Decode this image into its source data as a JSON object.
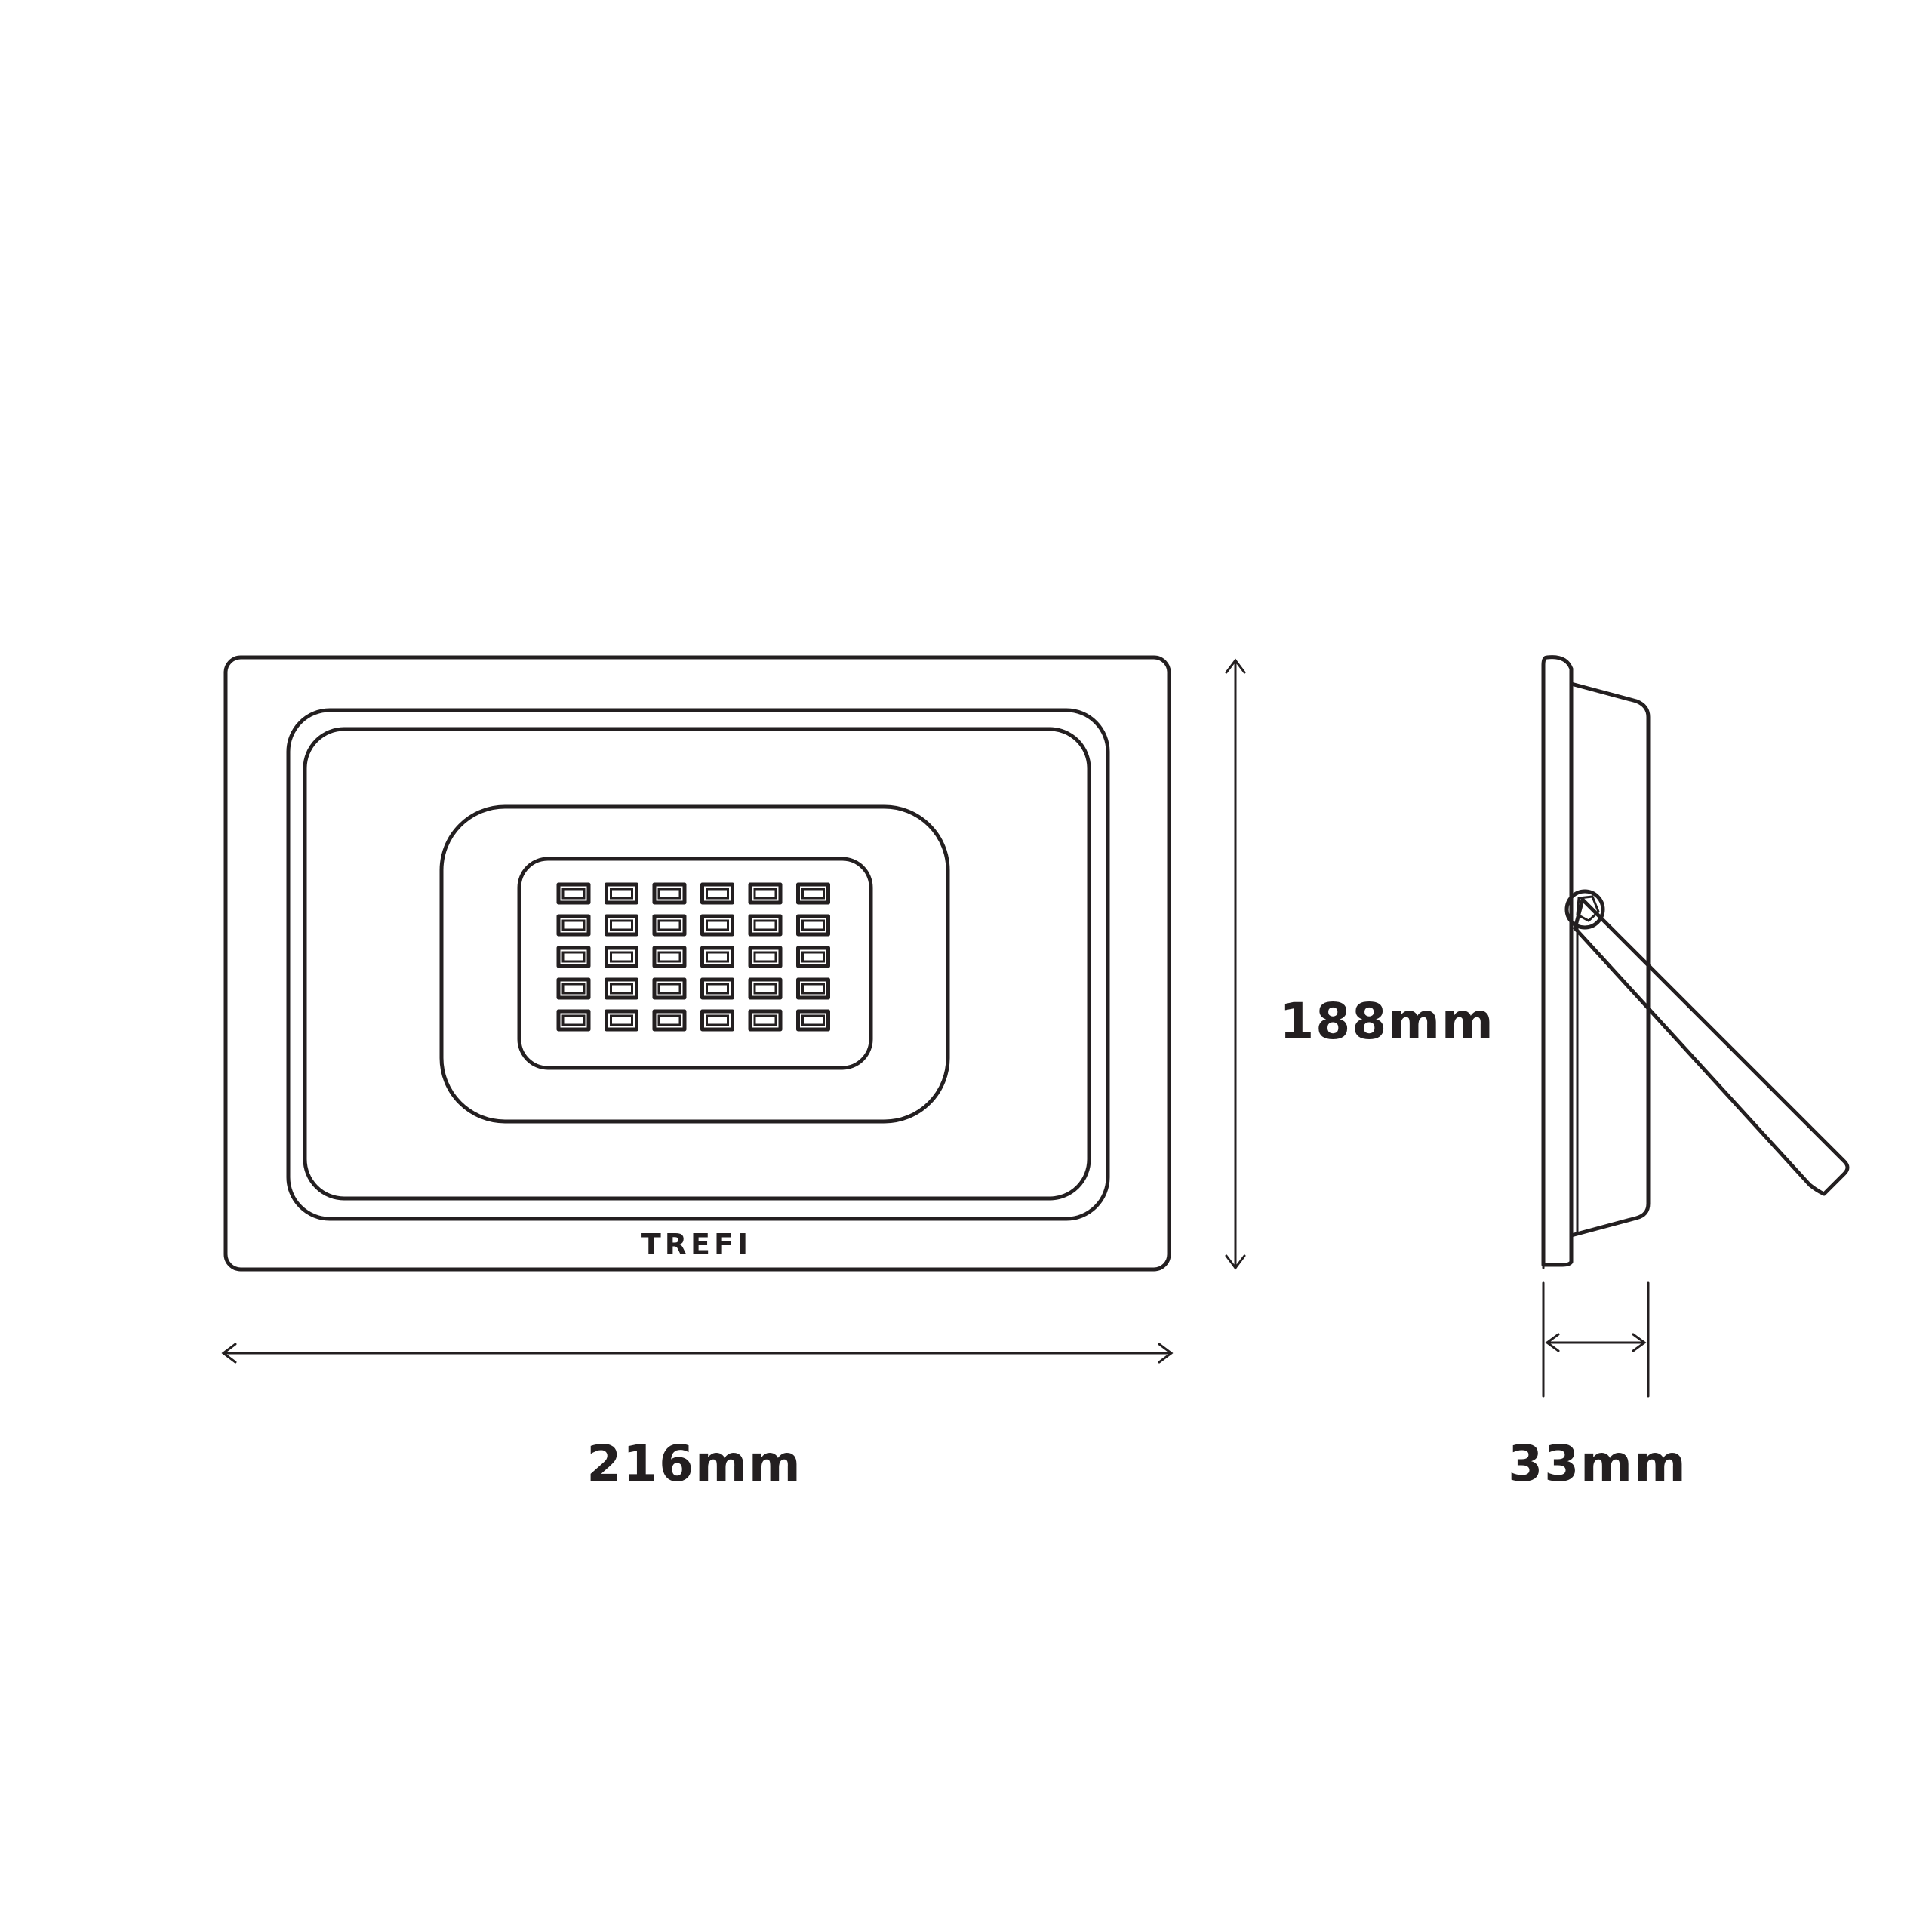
{
  "brand": {
    "logo_text": "TREFI"
  },
  "dimensions": {
    "width_label": "216mm",
    "height_label": "188mm",
    "depth_label": "33mm"
  },
  "led_grid": {
    "rows": 5,
    "columns": 6
  },
  "colors": {
    "line": "#231f20",
    "background": "#ffffff"
  }
}
